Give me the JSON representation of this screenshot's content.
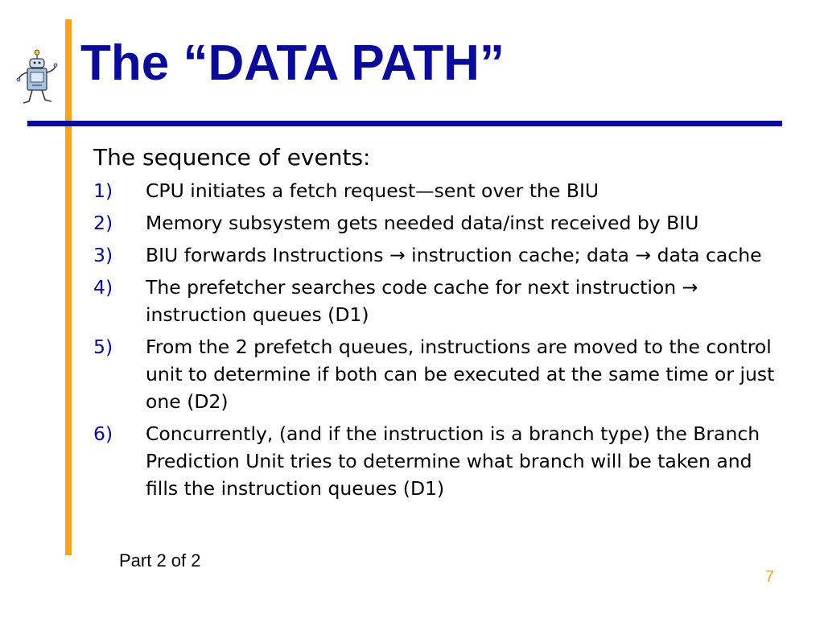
{
  "slide": {
    "title": "The “DATA PATH”",
    "intro": "The sequence of events:",
    "items": [
      {
        "num": "1)",
        "text": "CPU initiates a fetch request—sent over the BIU"
      },
      {
        "num": "2)",
        "text": "Memory subsystem gets needed data/inst received by BIU"
      },
      {
        "num": "3)",
        "text": "BIU forwards Instructions → instruction cache; data → data cache"
      },
      {
        "num": "4)",
        "text": "The prefetcher searches code cache for next instruction → instruction queues (D1)"
      },
      {
        "num": "5)",
        "text": "From the 2 prefetch queues, instructions are moved to the control unit to determine if both can be executed at the same time or just one (D2)"
      },
      {
        "num": "6)",
        "text": "Concurrently, (and if the instruction is a branch type) the Branch Prediction Unit tries to determine what branch will be taken and fills the instruction queues (D1)"
      }
    ],
    "footer": "Part 2 of 2",
    "page_number": "7"
  },
  "colors": {
    "title": "#0B0B99",
    "accent_bar": "#F6A41C",
    "rule": "#0B0B99",
    "page_number": "#F6A41C"
  },
  "icons": {
    "clipart": "robot-mascot-icon"
  }
}
